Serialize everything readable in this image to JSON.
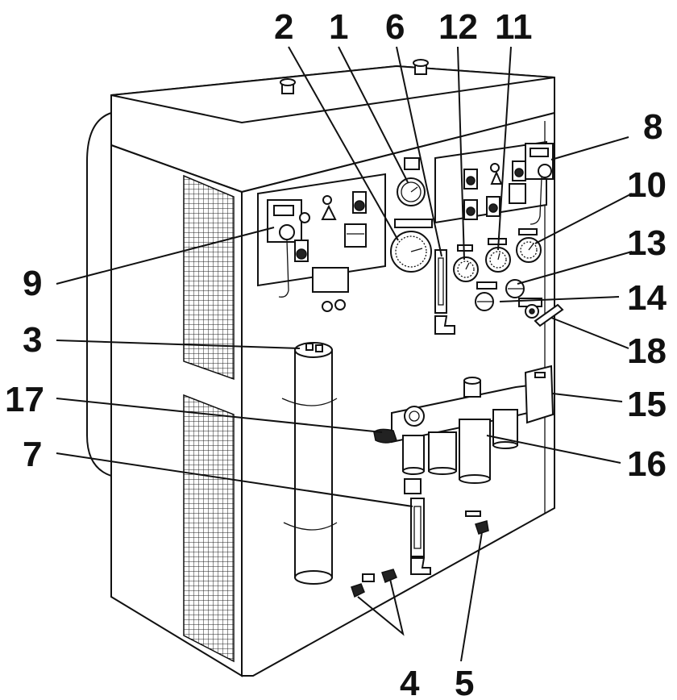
{
  "callouts": [
    {
      "id": "c1",
      "label": "1"
    },
    {
      "id": "c2",
      "label": "2"
    },
    {
      "id": "c3",
      "label": "3"
    },
    {
      "id": "c4",
      "label": "4"
    },
    {
      "id": "c5",
      "label": "5"
    },
    {
      "id": "c6",
      "label": "6"
    },
    {
      "id": "c7",
      "label": "7"
    },
    {
      "id": "c8",
      "label": "8"
    },
    {
      "id": "c9",
      "label": "9"
    },
    {
      "id": "c10",
      "label": "10"
    },
    {
      "id": "c11",
      "label": "11"
    },
    {
      "id": "c12",
      "label": "12"
    },
    {
      "id": "c13",
      "label": "13"
    },
    {
      "id": "c14",
      "label": "14"
    },
    {
      "id": "c15",
      "label": "15"
    },
    {
      "id": "c16",
      "label": "16"
    },
    {
      "id": "c17",
      "label": "17"
    },
    {
      "id": "c18",
      "label": "18"
    }
  ],
  "colors": {
    "line": "#111111",
    "background": "#ffffff",
    "shade": "#d9d9d9"
  }
}
